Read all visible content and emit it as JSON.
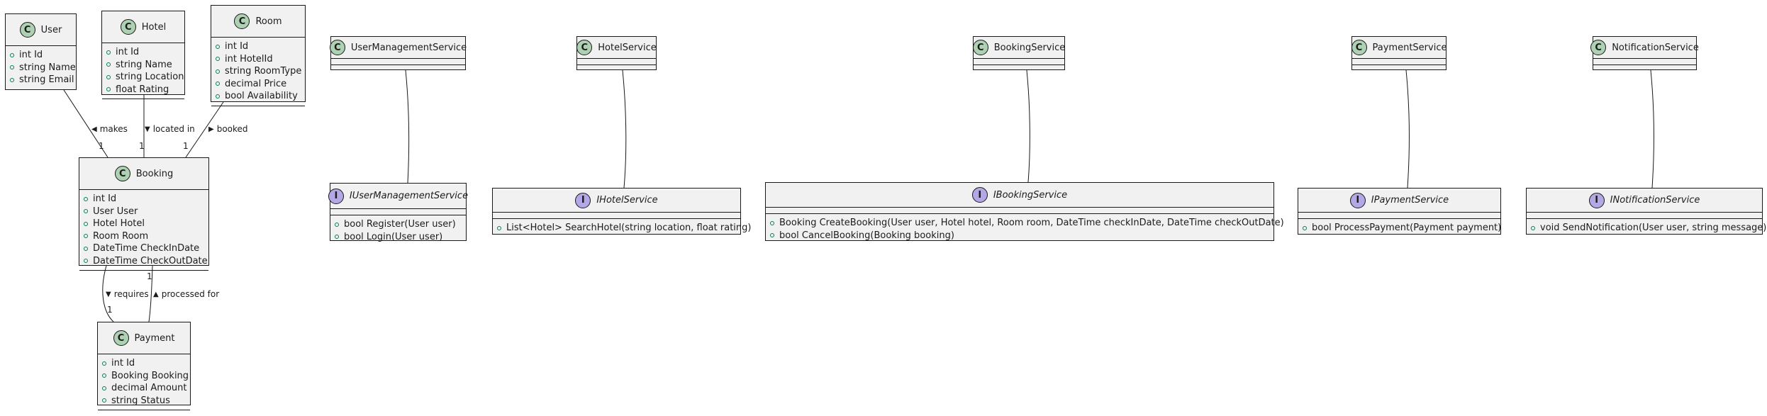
{
  "classes": [
    {
      "id": "user",
      "stereotype": "C",
      "name": "User",
      "members": [
        {
          "text": "int Id"
        },
        {
          "text": "string Name"
        },
        {
          "text": "string Email"
        }
      ]
    },
    {
      "id": "hotel",
      "stereotype": "C",
      "name": "Hotel",
      "members": [
        {
          "text": "int Id"
        },
        {
          "text": "string Name"
        },
        {
          "text": "string Location"
        },
        {
          "text": "float Rating"
        }
      ]
    },
    {
      "id": "room",
      "stereotype": "C",
      "name": "Room",
      "members": [
        {
          "text": "int Id"
        },
        {
          "text": "int HotelId"
        },
        {
          "text": "string RoomType"
        },
        {
          "text": "decimal Price"
        },
        {
          "text": "bool Availability"
        }
      ]
    },
    {
      "id": "booking",
      "stereotype": "C",
      "name": "Booking",
      "members": [
        {
          "text": "int Id"
        },
        {
          "text": "User User"
        },
        {
          "text": "Hotel Hotel"
        },
        {
          "text": "Room Room"
        },
        {
          "text": "DateTime CheckInDate"
        },
        {
          "text": "DateTime CheckOutDate"
        }
      ]
    },
    {
      "id": "payment",
      "stereotype": "C",
      "name": "Payment",
      "members": [
        {
          "text": "int Id"
        },
        {
          "text": "Booking Booking"
        },
        {
          "text": "decimal Amount"
        },
        {
          "text": "string Status"
        }
      ]
    },
    {
      "id": "usersvc",
      "stereotype": "C",
      "name": "UserManagementService",
      "members": []
    },
    {
      "id": "hotelsvc",
      "stereotype": "C",
      "name": "HotelService",
      "members": []
    },
    {
      "id": "bookingsvc",
      "stereotype": "C",
      "name": "BookingService",
      "members": []
    },
    {
      "id": "paymentsvc",
      "stereotype": "C",
      "name": "PaymentService",
      "members": []
    },
    {
      "id": "notifsvc",
      "stereotype": "C",
      "name": "NotificationService",
      "members": []
    }
  ],
  "interfaces": [
    {
      "id": "iuser",
      "stereotype": "I",
      "name": "IUserManagementService",
      "methods": [
        {
          "text": "bool Register(User user)"
        },
        {
          "text": "bool Login(User user)"
        }
      ]
    },
    {
      "id": "ihotel",
      "stereotype": "I",
      "name": "IHotelService",
      "methods": [
        {
          "text": "List<Hotel> SearchHotel(string location, float rating)"
        }
      ]
    },
    {
      "id": "ibooking",
      "stereotype": "I",
      "name": "IBookingService",
      "methods": [
        {
          "text": "Booking CreateBooking(User user, Hotel hotel, Room room, DateTime checkInDate, DateTime checkOutDate)"
        },
        {
          "text": "bool CancelBooking(Booking booking)"
        }
      ]
    },
    {
      "id": "ipayment",
      "stereotype": "I",
      "name": "IPaymentService",
      "methods": [
        {
          "text": "bool ProcessPayment(Payment payment)"
        }
      ]
    },
    {
      "id": "inotif",
      "stereotype": "I",
      "name": "INotificationService",
      "methods": [
        {
          "text": "void SendNotification(User user, string message)"
        }
      ]
    }
  ],
  "relations": [
    {
      "id": "makes",
      "label": "makes",
      "arrow": "◀",
      "multiplicity": "1"
    },
    {
      "id": "located",
      "label": "located in",
      "arrow": "▼",
      "multiplicity": "1"
    },
    {
      "id": "booked",
      "label": "booked",
      "arrow": "▶",
      "multiplicity": "1"
    },
    {
      "id": "requires",
      "label": "requires",
      "arrow": "▼",
      "multiplicity": "1"
    },
    {
      "id": "processed",
      "label": "processed for",
      "arrow": "▲",
      "multiplicity": "1"
    }
  ]
}
